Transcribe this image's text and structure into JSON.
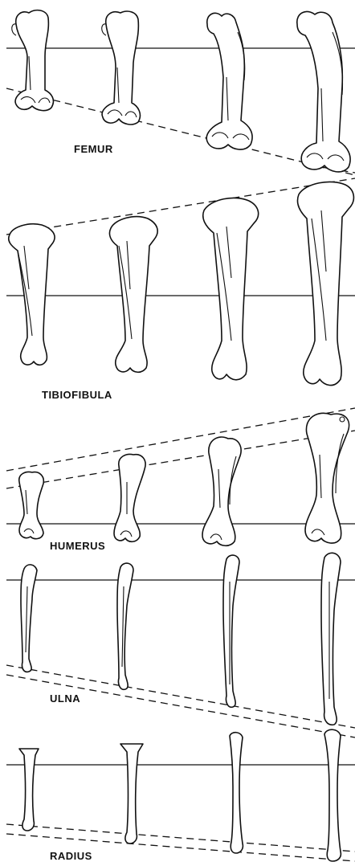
{
  "labels": {
    "femur": "FEMUR",
    "tibiofibula": "TIBIOFIBULA",
    "humerus": "HUMERUS",
    "ulna": "ULNA",
    "radius": "RADIUS"
  }
}
